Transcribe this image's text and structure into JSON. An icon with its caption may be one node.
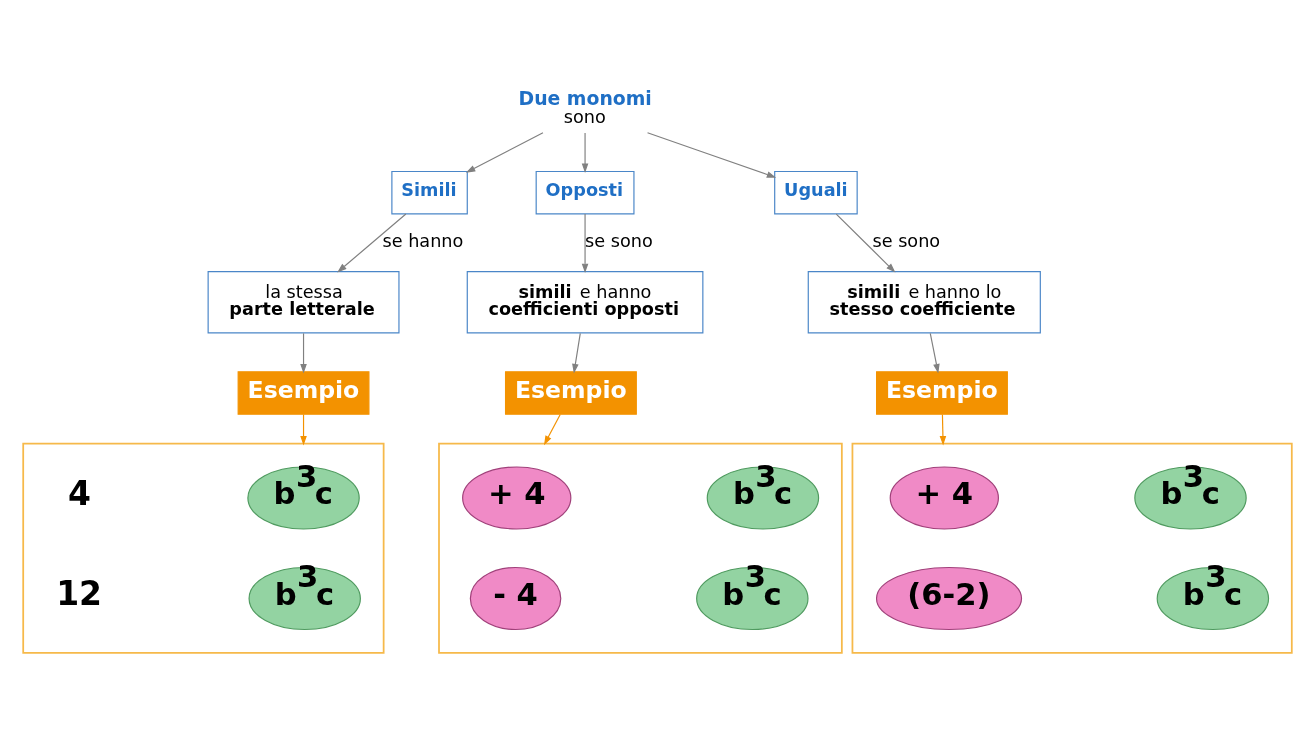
{
  "diagram": {
    "nodes": [
      {
        "text": [
          "Due monomi",
          "sono"
        ]
      },
      {
        "text": [
          "Simili"
        ]
      },
      {
        "text": [
          "Opposti"
        ]
      },
      {
        "text": [
          "Uguali"
        ]
      },
      {
        "text": [
          "la stessa **parte letterale**"
        ]
      },
      {
        "text": [
          "**simili** e hanno **coefficienti opposti**"
        ]
      },
      {
        "text": [
          "**simili** e hanno lo **stesso coefficiente**"
        ]
      },
      {
        "text": [
          "Esempio"
        ]
      },
      {
        "text": [
          "Esempio"
        ]
      },
      {
        "text": [
          "Esempio"
        ]
      },
      {
        "text": [],
        "shape": "box"
      },
      {
        "text": [],
        "shape": "box"
      },
      {
        "text": [],
        "shape": "box"
      },
      {
        "text": [
          "b$^{3}$c"
        ],
        "in": 10
      },
      {
        "text": [
          "b$^{3}$c"
        ],
        "in": 10
      },
      {
        "text": [
          "+ 4"
        ],
        "in": 11
      },
      {
        "text": [
          "b$^{3}$c"
        ],
        "in": 11
      },
      {
        "text": [
          "- 4"
        ],
        "in": 11
      },
      {
        "text": [
          "b$^{3}$c"
        ],
        "in": 11
      },
      {
        "text": [
          "+ 4"
        ],
        "in": 12
      },
      {
        "text": [
          "b$^{3}$c"
        ],
        "in": 12
      },
      {
        "text": [
          "(6-2)"
        ],
        "in": 12
      },
      {
        "text": [
          "b$^{3}$c"
        ],
        "in": 12
      }
    ],
    "edges": [
      {
        "from": 0,
        "to": 1,
        "arrow": "to"
      },
      {
        "from": 0,
        "to": 2,
        "arrow": "to"
      },
      {
        "from": 0,
        "to": 3,
        "arrow": "to"
      },
      {
        "from": 1,
        "to": 4,
        "arrow": "to",
        "label": "se hanno"
      },
      {
        "from": 2,
        "to": 5,
        "arrow": "to",
        "label": "se sono"
      },
      {
        "from": 3,
        "to": 6,
        "arrow": "to",
        "label": "se sono"
      },
      {
        "from": 4,
        "to": 7,
        "arrow": "to"
      },
      {
        "from": 5,
        "to": 8,
        "arrow": "to"
      },
      {
        "from": 6,
        "to": 9,
        "arrow": "to"
      },
      {
        "from": 7,
        "to": 10,
        "arrow": "to",
        "color": "#f39200"
      },
      {
        "from": 8,
        "to": 11,
        "arrow": "to",
        "color": "#f39200"
      },
      {
        "from": 9,
        "to": 12,
        "arrow": "to",
        "color": "#f39200"
      }
    ],
    "labels": [
      "4",
      "12"
    ]
  }
}
